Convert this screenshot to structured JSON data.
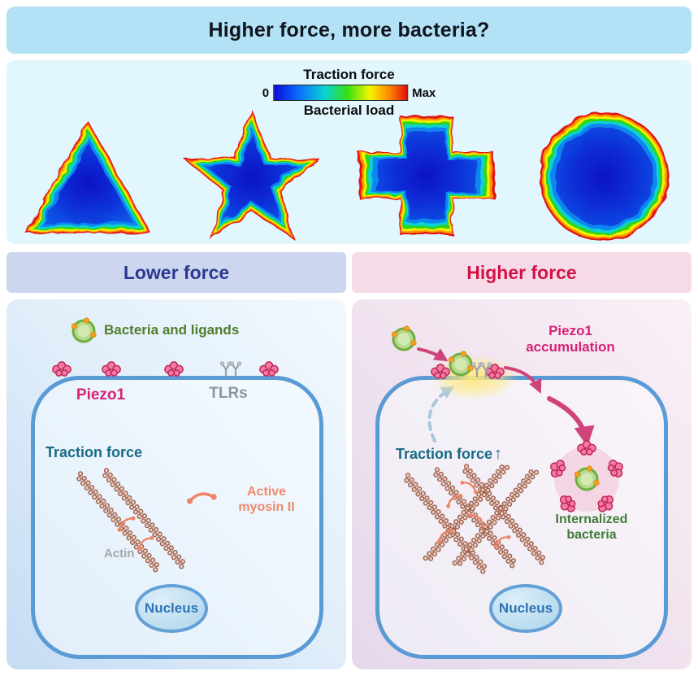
{
  "title": "Higher force, more bacteria?",
  "heatmap": {
    "colorbar_title": "Traction force",
    "zero_label": "0",
    "max_label": "Max",
    "subtitle": "Bacterial load",
    "shapes": [
      "triangle",
      "star",
      "cross",
      "circle"
    ],
    "jet_stops": [
      "#0a0adc",
      "#0a6bff",
      "#0ad2d2",
      "#35e014",
      "#f5f500",
      "#ff8a00",
      "#e01010"
    ]
  },
  "headers": {
    "lower": "Lower force",
    "higher": "Higher force"
  },
  "lower_panel": {
    "bacteria_label": "Bacteria and ligands",
    "piezo1_label": "Piezo1",
    "tlrs_label": "TLRs",
    "traction_label": "Traction force",
    "myosin_label": "Active myosin II",
    "actin_label": "Actin",
    "nucleus_label": "Nucleus"
  },
  "higher_panel": {
    "piezo1_accumulation_label": "Piezo1 accumulation",
    "traction_label": "Traction force",
    "traction_arrow": "↑",
    "internalized_label": "Internalized bacteria",
    "nucleus_label": "Nucleus"
  },
  "icons": {
    "bacteria": "bacteria-icon",
    "piezo1_flower": "piezo1-flower-icon",
    "tlr_receptor": "tlr-receptor-icon",
    "myosin": "myosin-icon",
    "actin_filament": "actin-filament-icon",
    "up_arrow": "↑"
  },
  "colors": {
    "banner_bg": "#b3e1f6",
    "heatmap_bg": "#e1f6fd",
    "lower_header_bg": "#ccd7ef",
    "lower_header_text": "#2b3990",
    "higher_header_bg": "#f8dbe9",
    "higher_header_text": "#d31245",
    "cell_border": "#5b9bd5",
    "piezo1_text": "#d62278",
    "tlr_text": "#8e949c",
    "traction_text": "#176b85",
    "myosin_text": "#ee8a6d",
    "bacteria_text": "#4f7d2d",
    "nucleus_text": "#2e74b5"
  }
}
